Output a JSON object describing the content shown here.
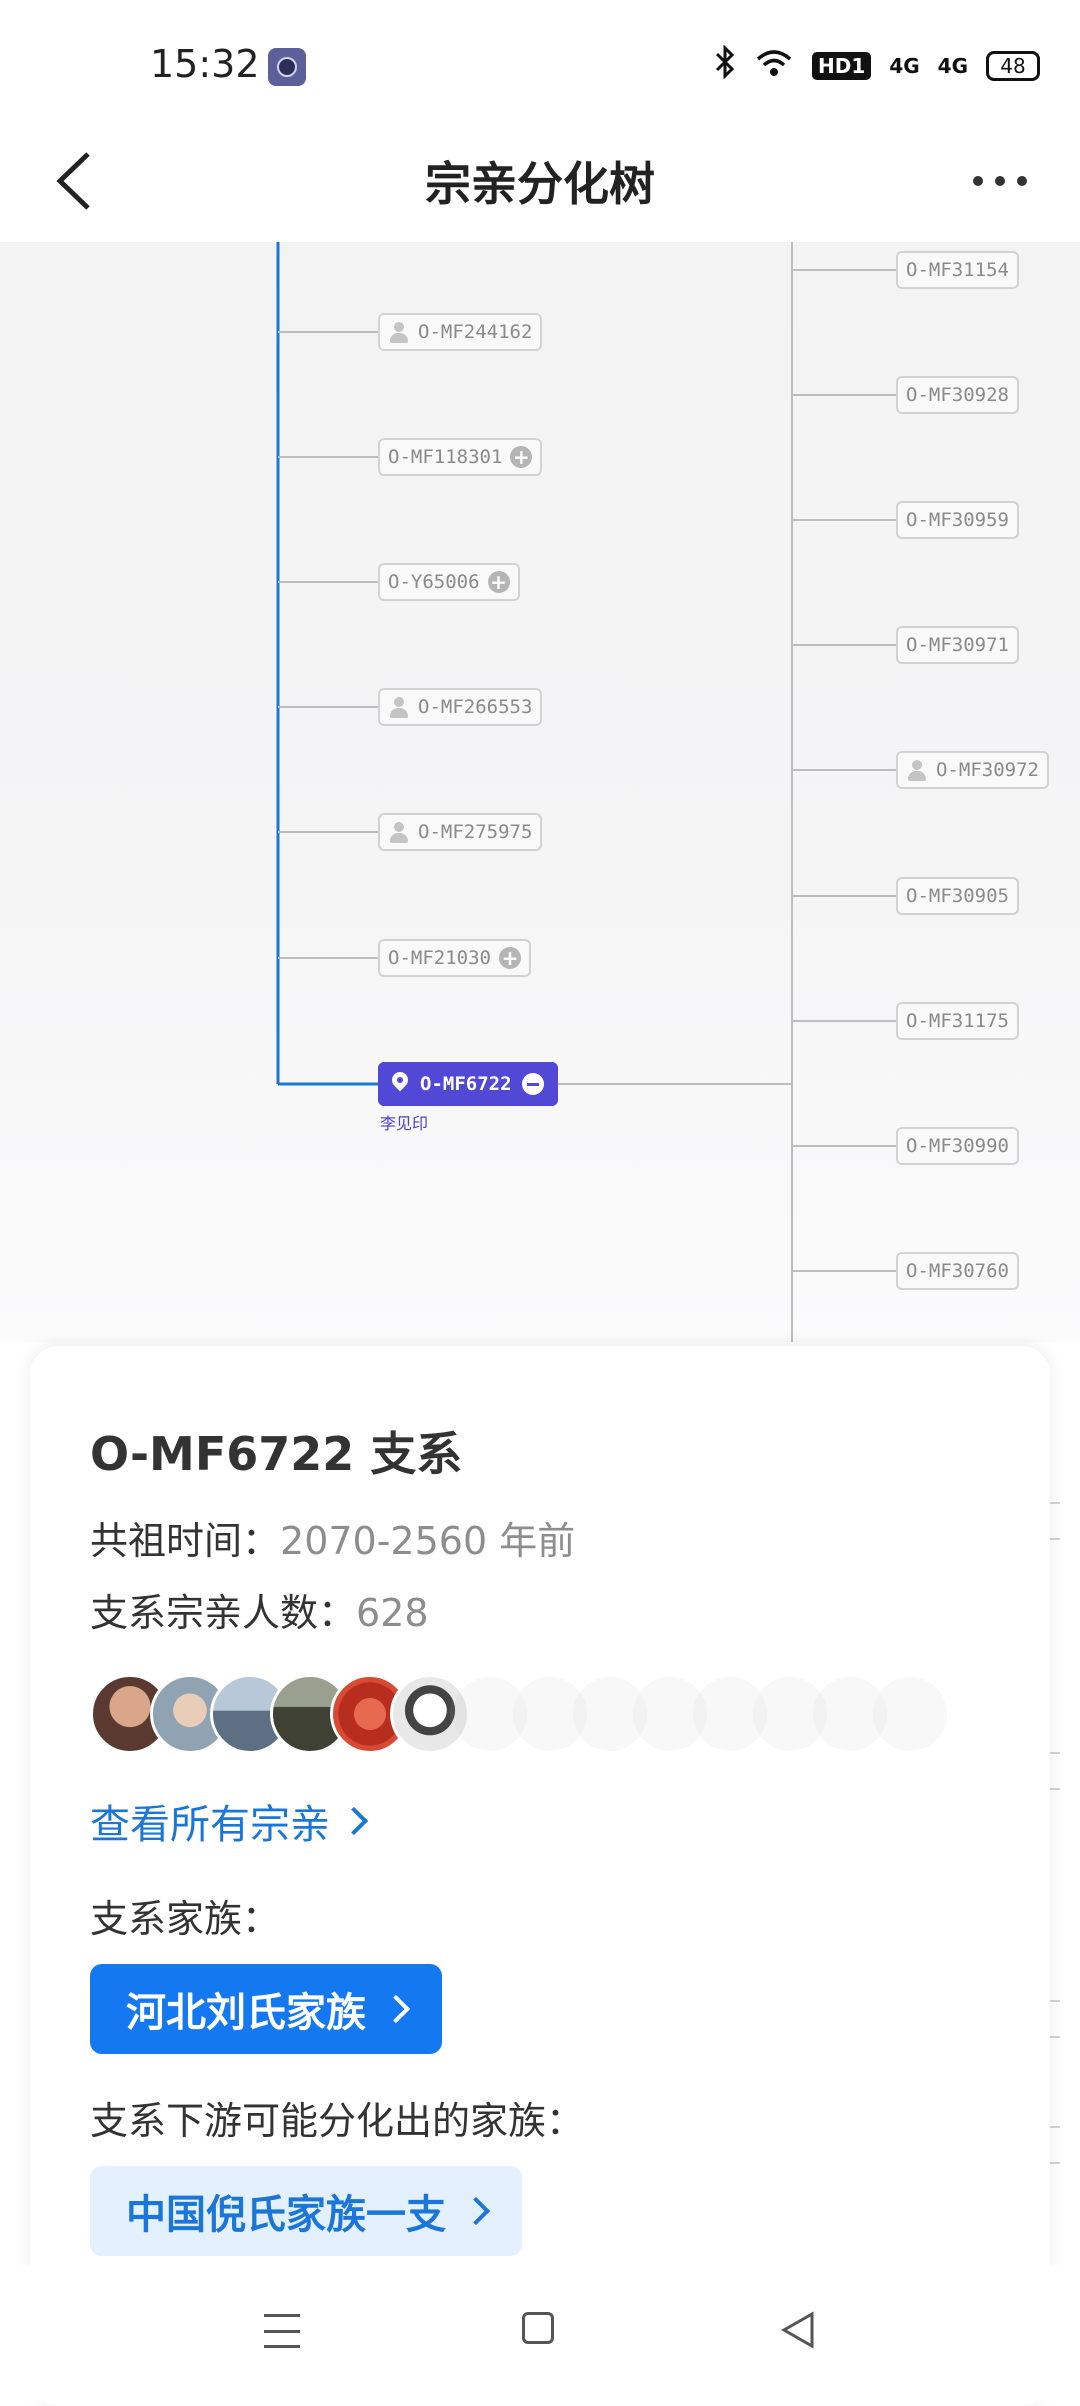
{
  "status_bar": {
    "time": "15:32",
    "bluetooth_icon": "bluetooth-icon",
    "wifi_icon": "wifi-icon",
    "hd_label": "HD1",
    "net1": "4G",
    "net2": "4G",
    "battery": "48"
  },
  "nav": {
    "title": "宗亲分化树",
    "back_icon": "back-chevron-icon",
    "more_icon": "more-dots-icon"
  },
  "tree": {
    "left_nodes": [
      {
        "label": "O-MF244162",
        "icon": "person-icon"
      },
      {
        "label": "O-MF118301",
        "icon": "plus-icon"
      },
      {
        "label": "O-Y65006",
        "icon": "plus-icon"
      },
      {
        "label": "O-MF266553",
        "icon": "person-icon"
      },
      {
        "label": "O-MF275975",
        "icon": "person-icon"
      },
      {
        "label": "O-MF21030",
        "icon": "plus-icon"
      }
    ],
    "selected_node": {
      "label": "O-MF6722",
      "caption": "李见印",
      "icon": "location-pin-icon"
    },
    "right_nodes": [
      {
        "label": "O-MF31154"
      },
      {
        "label": "O-MF30928"
      },
      {
        "label": "O-MF30959"
      },
      {
        "label": "O-MF30971"
      },
      {
        "label": "O-MF30972",
        "icon": "person-icon"
      },
      {
        "label": "O-MF30905"
      },
      {
        "label": "O-MF31175"
      },
      {
        "label": "O-MF30990"
      },
      {
        "label": "O-MF30760"
      }
    ],
    "colors": {
      "selected": "#5248d6",
      "main_line": "#1a76d8",
      "line": "#bdbdbd"
    }
  },
  "card": {
    "title": "O-MF6722 支系",
    "ancestor_label": "共祖时间：",
    "ancestor_value": "2070-2560 年前",
    "count_label": "支系宗亲人数：",
    "count_value": "628",
    "avatars": [
      "#8b5a4a",
      "#a9b4bf",
      "#7d8fa3",
      "#5d5f52",
      "#c8402e",
      "#dcdcdc"
    ],
    "view_all": "查看所有宗亲",
    "family_label": "支系家族：",
    "family_button": "河北刘氏家族",
    "downstream_label": "支系下游可能分化出的家族：",
    "downstream_button": "中国倪氏家族一支",
    "colors": {
      "primary": "#1478f0",
      "link": "#1a76d8",
      "light_button": "#e4f0fd"
    }
  },
  "system_nav": {
    "menu_icon": "menu-icon",
    "home_icon": "home-square-icon",
    "back_icon": "back-triangle-icon"
  }
}
